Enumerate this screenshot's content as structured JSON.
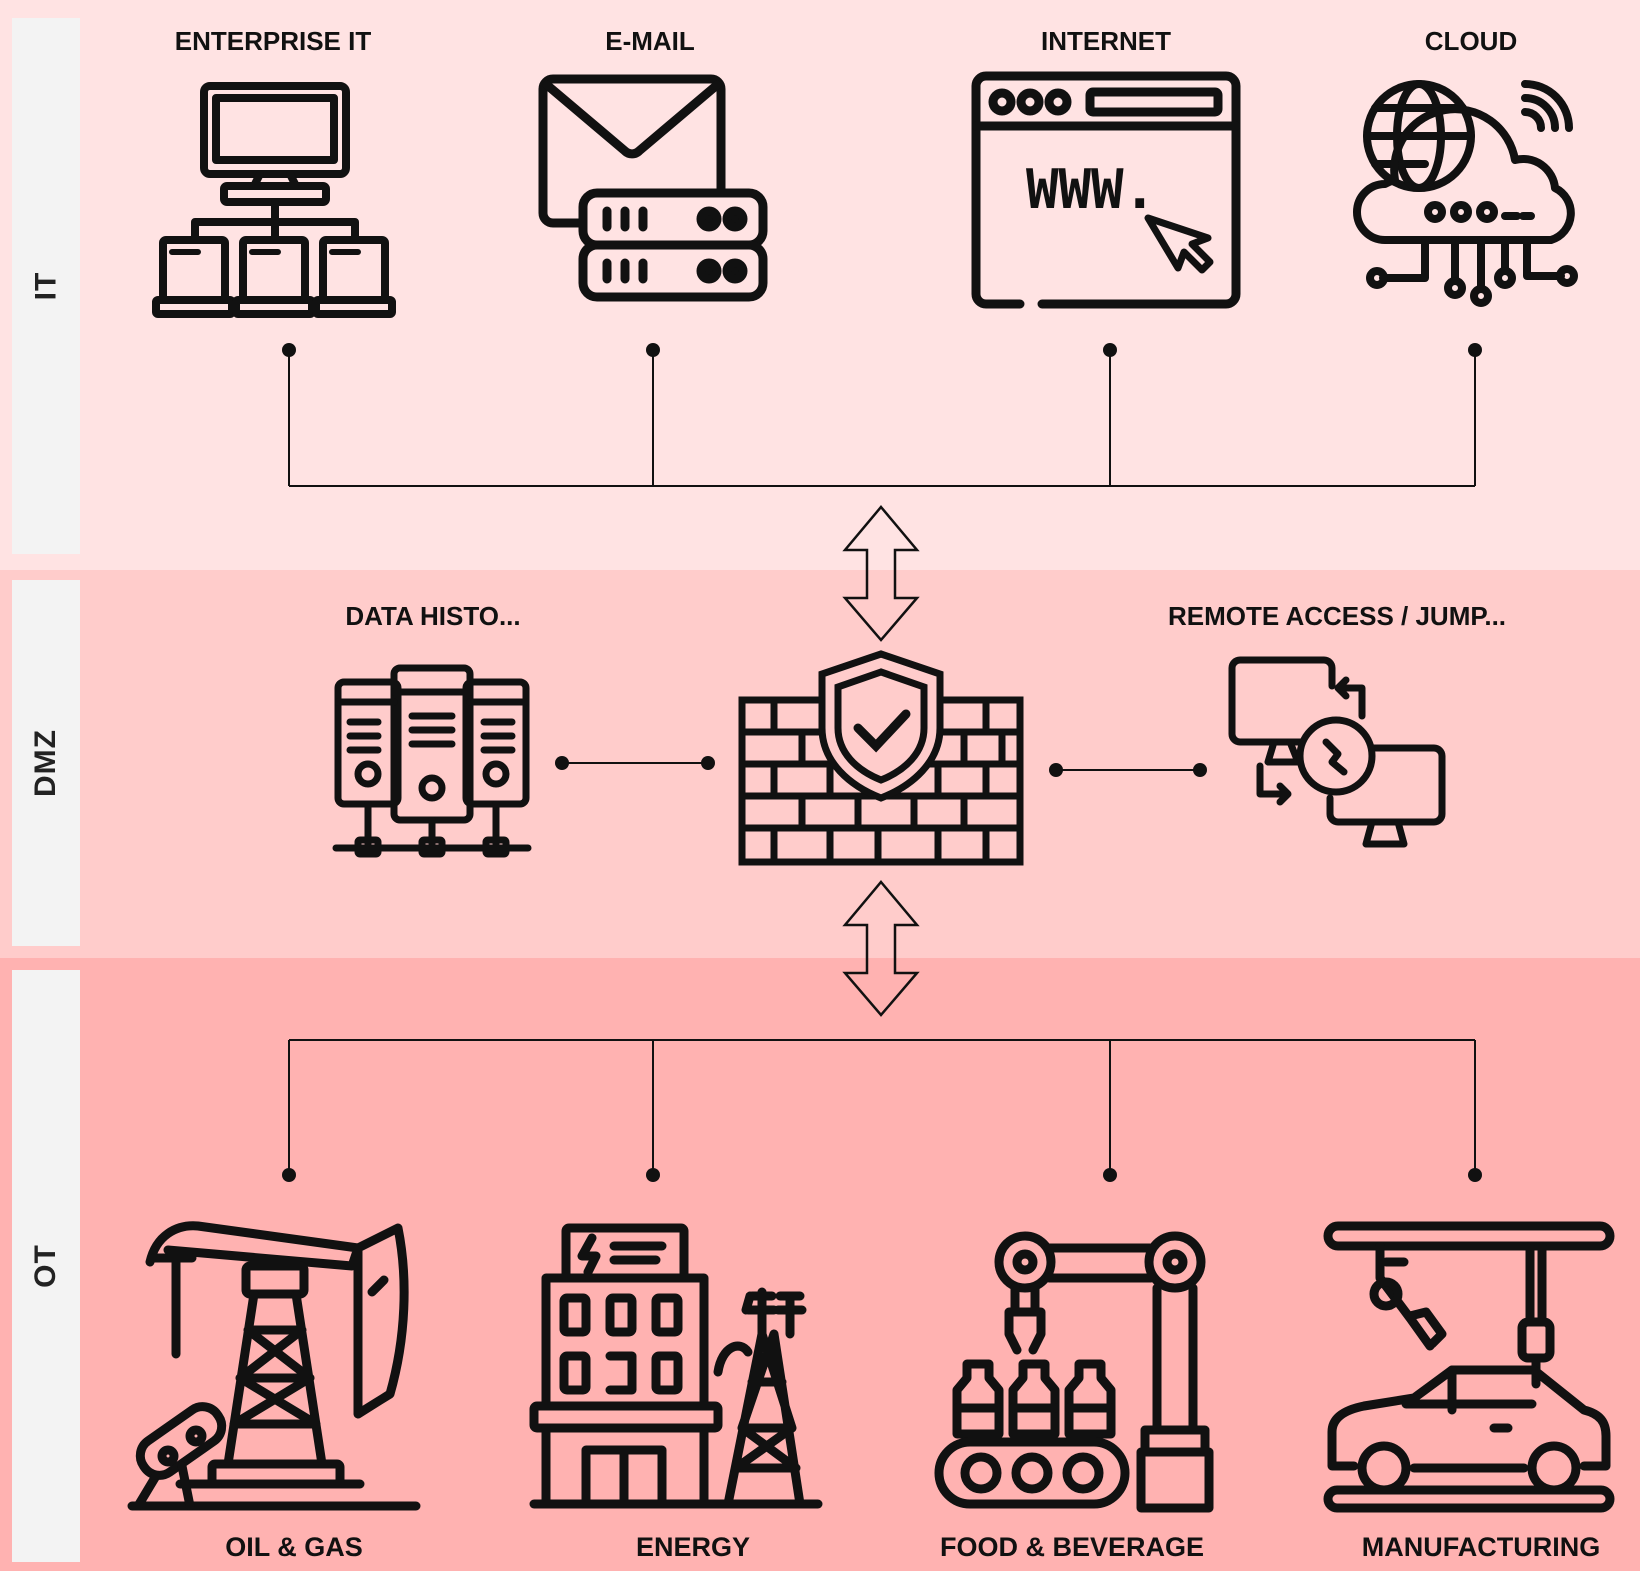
{
  "zones": {
    "it": "IT",
    "dmz": "DMZ",
    "ot": "OT"
  },
  "it_nodes": [
    {
      "label": "ENTERPRISE IT",
      "icon": "network-computers-icon"
    },
    {
      "label": "E-MAIL",
      "icon": "email-server-icon"
    },
    {
      "label": "INTERNET",
      "icon": "browser-www-icon"
    },
    {
      "label": "CLOUD",
      "icon": "cloud-globe-icon"
    }
  ],
  "dmz_nodes": [
    {
      "label": "DATA HISTO...",
      "icon": "server-rack-icon"
    },
    {
      "label": "",
      "icon": "firewall-shield-icon"
    },
    {
      "label": "REMOTE ACCESS / JUMP...",
      "icon": "remote-desktop-icon"
    }
  ],
  "ot_nodes": [
    {
      "label": "OIL & GAS",
      "icon": "oil-pumpjack-icon"
    },
    {
      "label": "ENERGY",
      "icon": "power-plant-icon"
    },
    {
      "label": "FOOD & BEVERAGE",
      "icon": "bottling-robot-icon"
    },
    {
      "label": "MANUFACTURING",
      "icon": "car-assembly-icon"
    }
  ],
  "colors": {
    "it_band": "#ffe3e3",
    "dmz_band": "#ffcccb",
    "ot_band": "#ffb2b1",
    "zone_tab": "#f3f3f3",
    "line": "#111111"
  }
}
